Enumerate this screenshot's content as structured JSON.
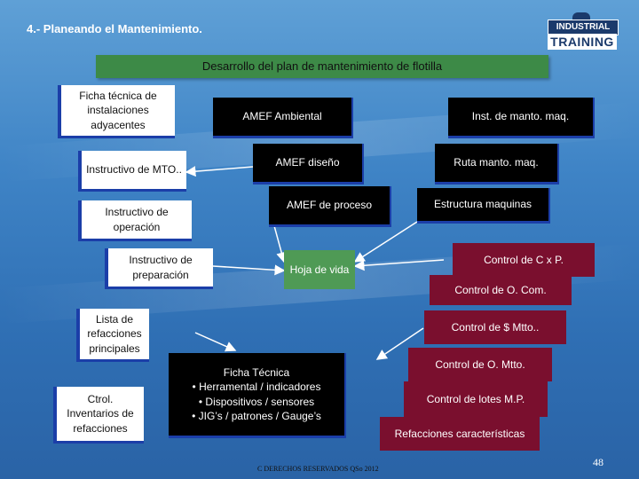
{
  "header": {
    "title": "4.- Planeando el Mantenimiento."
  },
  "logo": {
    "line1": "INDUSTRIAL",
    "line2": "TRAINING"
  },
  "diagram": {
    "main_title": "Desarrollo del plan de mantenimiento de flotilla",
    "left": [
      "Ficha técnica de instalaciones adyacentes",
      "Instructivo de MTO..",
      "Instructivo de operación",
      "Instructivo de preparación",
      "Lista de refacciones principales",
      "Ctrol. Inventarios de refacciones"
    ],
    "center": [
      "AMEF Ambiental",
      "AMEF diseño",
      "AMEF de proceso",
      "Hoja de vida"
    ],
    "right": [
      "Inst. de manto. maq.",
      "Ruta manto. maq.",
      "Estructura maquinas",
      "Control de C x P.",
      "Control de O. Com.",
      "Control de $ Mtto..",
      "Control de O. Mtto.",
      "Control de lotes M.P.",
      "Refacciones características"
    ],
    "ficha": [
      "Ficha Técnica",
      "• Herramental / indicadores",
      "• Dispositivos / sensores",
      "• JIG’s / patrones / Gauge’s"
    ]
  },
  "footer": {
    "copyright": "C DERECHOS RESERVADOS QSo 2012",
    "page": "48"
  },
  "colors": {
    "header_green": "#3d8a47",
    "maroon": "#7a0f2e",
    "blue_border": "#1b3ea8"
  }
}
